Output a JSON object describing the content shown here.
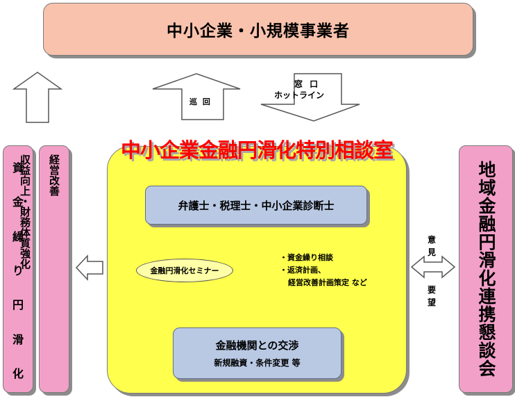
{
  "top_box": {
    "label": "中小企業・小規模事業者"
  },
  "main_room": {
    "title": "中小企業金融円滑化特別相談室"
  },
  "experts_box": {
    "label": "弁護士・税理士・中小企業診断士"
  },
  "seminar": {
    "label": "金融円滑化セミナー"
  },
  "consult_items": {
    "item1": "・資金繰り相談",
    "item2": "・返済計画、",
    "item3": "経営改善計画策定 など"
  },
  "negotiation_box": {
    "title": "金融機関との交渉",
    "subtitle": "新規融資・条件変更 等"
  },
  "funding_box": {
    "chars": [
      "資",
      "金",
      "繰",
      "り",
      "円",
      "滑",
      "化"
    ]
  },
  "management_box": {
    "line1": "経営改善",
    "line2": "収益向上・財務体質強化"
  },
  "council_box": {
    "label": "地域金融円滑化連携懇談会"
  },
  "arrow_labels": {
    "patrol": "巡 回",
    "window": "窓 口",
    "hotline": "ホットライン",
    "opinion": "意見",
    "request": "要望"
  },
  "colors": {
    "top_box": "#f9c2ad",
    "main_room": "#ffff4d",
    "main_title": "#ff0000",
    "blue_box": "#b9c9e4",
    "pink_box": "#f2a0c8"
  }
}
